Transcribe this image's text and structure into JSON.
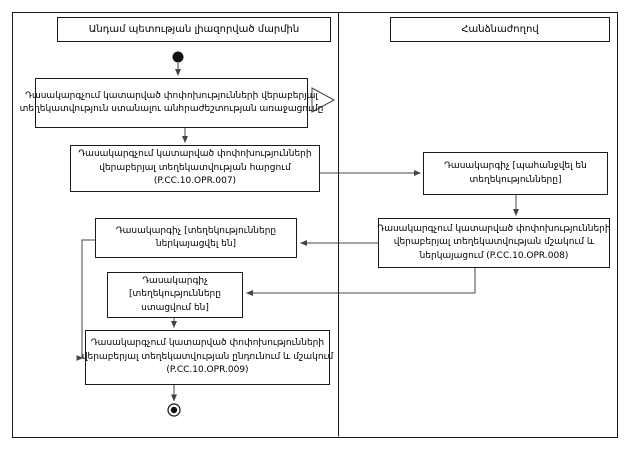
{
  "diagram": {
    "lanes": [
      {
        "title": "Անդամ պետության լիազորված մարմին"
      },
      {
        "title": "Հանձնաժողով"
      }
    ],
    "nodes": {
      "need": {
        "lines": [
          "Դասակարգչում կատարված փոփոխությունների վերաբերյալ",
          "տեղեկատվություն ստանալու անհրաժեշտության առաջացումը"
        ]
      },
      "opr007": {
        "lines": [
          "Դասակարգչում կատարված փոփոխությունների",
          "վերաբերյալ տեղեկատվության հարցում",
          "(P.CC.10.OPR.007)"
        ],
        "code": "P.CC.10.OPR.007"
      },
      "state_requested": {
        "lines": [
          "Դասակարգիչ [պահանջվել են",
          "տեղեկությունները]"
        ]
      },
      "opr008": {
        "lines": [
          "Դասակարգչում կատարված փոփոխությունների",
          "վերաբերյալ տեղեկատվության մշակում և",
          "ներկայացում (P.CC.10.OPR.008)"
        ],
        "code": "P.CC.10.OPR.008"
      },
      "state_submitted": {
        "lines": [
          "Դասակարգիչ [տեղեկությունները",
          "ներկայացվել են]"
        ]
      },
      "state_received": {
        "lines": [
          "Դասակարգիչ",
          "[տեղեկությունները",
          "ստացվում են]"
        ]
      },
      "opr009": {
        "lines": [
          "Դասակարգչում կատարված փոփոխությունների",
          "վերաբերյալ տեղեկատվության ընդունում և մշակում",
          "(P.CC.10.OPR.009)"
        ],
        "code": "P.CC.10.OPR.009"
      }
    },
    "colors": {
      "line": "#444444",
      "border": "#1a1a1a",
      "node_fill": "#111111"
    }
  }
}
